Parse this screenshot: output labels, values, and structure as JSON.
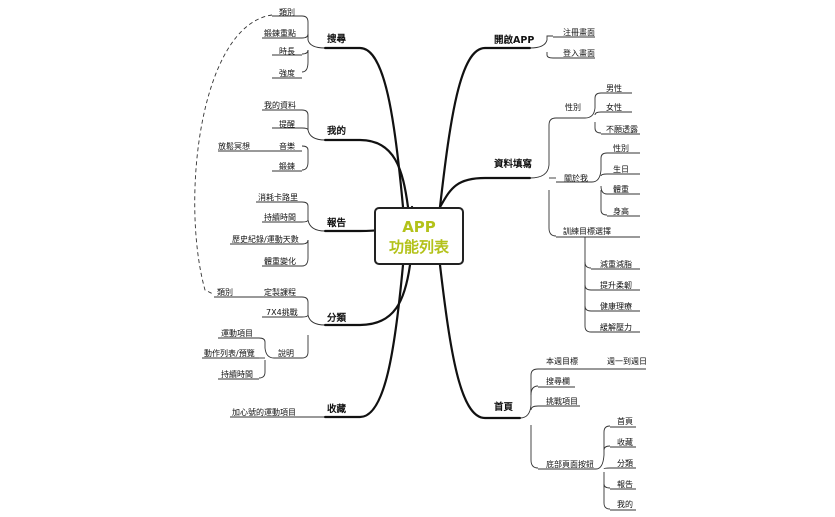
{
  "center": {
    "line1": "APP",
    "line2": "功能列表",
    "color": "#b3c21a"
  },
  "left": {
    "search": {
      "title": "搜尋",
      "items": [
        "類別",
        "鍛鍊重點",
        "時長",
        "強度"
      ]
    },
    "mine": {
      "title": "我的",
      "items": [
        "我的資料",
        "提醒",
        "音樂",
        "鍛鍊"
      ],
      "music_note": "放鬆冥想"
    },
    "report": {
      "title": "報告",
      "items": [
        "消耗卡路里",
        "持續時間",
        "歷史紀錄/運動天數",
        "體重變化"
      ]
    },
    "category": {
      "title": "分類",
      "items": [
        "類別",
        "定製課程",
        "7X4挑戰"
      ],
      "explain": {
        "label": "說明",
        "items": [
          "運動項目",
          "動作列表/預覽",
          "持續時間"
        ]
      }
    },
    "favorite": {
      "title": "收藏",
      "items": [
        "加心號的運動項目"
      ]
    }
  },
  "right": {
    "open_app": {
      "title": "開啟APP",
      "items": [
        "注冊畫面",
        "登入畫面"
      ]
    },
    "fill_data": {
      "title": "資料填寫",
      "gender": {
        "label": "性別",
        "items": [
          "男性",
          "女性",
          "不願透露"
        ]
      },
      "about": {
        "label": "關於我",
        "items": [
          "性別",
          "生日",
          "體重",
          "身高"
        ]
      },
      "goal": {
        "label": "訓練目標選擇",
        "items": [
          "減重減脂",
          "提升柔韌",
          "健康理療",
          "緩解壓力"
        ]
      }
    },
    "home": {
      "title": "首頁",
      "week_goal": {
        "label": "本週目標",
        "value": "週一到週日"
      },
      "items": [
        "搜尋欄",
        "挑戰項目"
      ],
      "bottom": {
        "label": "底部頁面按鈕",
        "items": [
          "首頁",
          "收藏",
          "分類",
          "報告",
          "我的"
        ]
      }
    }
  }
}
